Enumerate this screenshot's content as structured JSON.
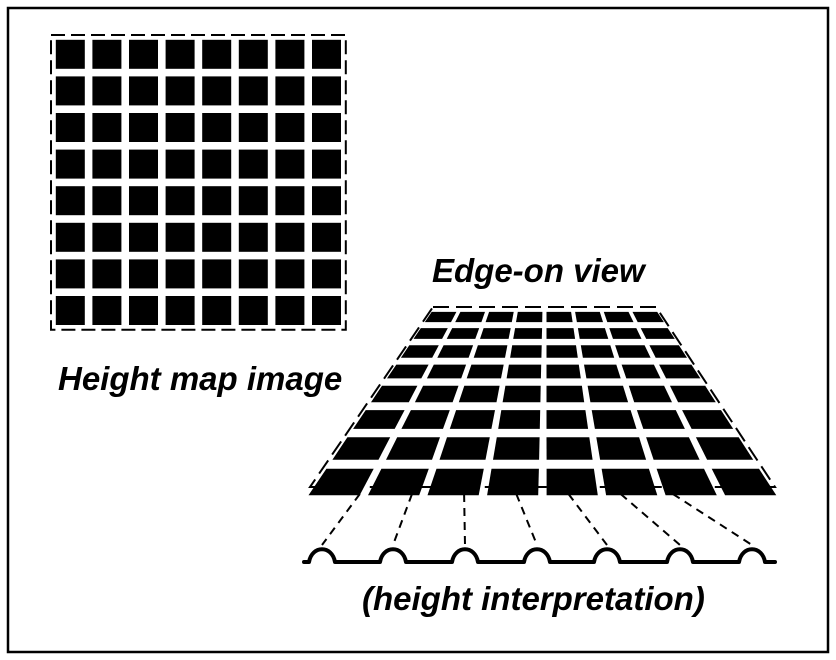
{
  "labels": {
    "height_map": "Height map image",
    "edge_on": "Edge-on view",
    "interpretation": "(height interpretation)"
  },
  "grid": {
    "rows": 8,
    "cols": 8
  },
  "colors": {
    "ink": "#000000",
    "paper": "#ffffff"
  }
}
